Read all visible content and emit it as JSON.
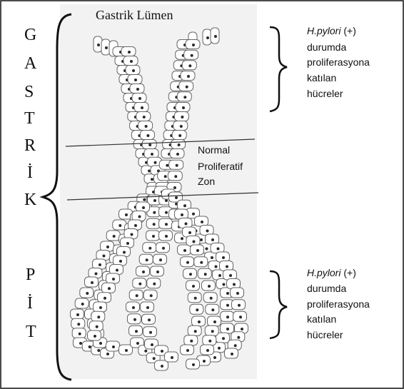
{
  "lumen_label": "Gastrik Lümen",
  "vertical_letters": [
    "G",
    "A",
    "S",
    "T",
    "R",
    "İ",
    "K",
    "P",
    "İ",
    "T"
  ],
  "zone_label": [
    "Normal",
    "Proliferatif",
    "Zon"
  ],
  "upper_annotation": {
    "italic": "H.pylori",
    "rest": " (+)",
    "lines": [
      "durumda",
      "proliferasyona",
      "katılan",
      "hücreler"
    ]
  },
  "lower_annotation": {
    "italic": "H.pylori",
    "rest": " (+)",
    "lines": [
      "durumda",
      "proliferasyona",
      "katılan",
      "hücreler"
    ]
  },
  "colors": {
    "frame": "#111111",
    "panel": "#f2f2f2",
    "cell_stroke": "#666666",
    "nucleus": "#2a2a2a"
  }
}
